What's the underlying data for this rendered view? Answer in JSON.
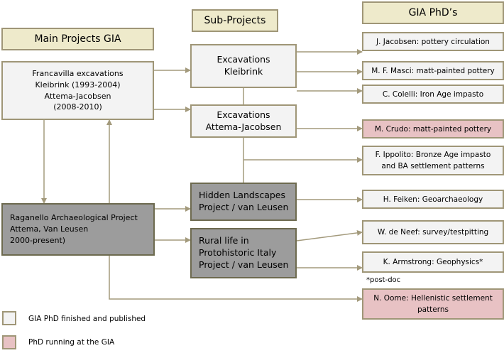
{
  "headers": {
    "main": "Main Projects GIA",
    "sub": "Sub-Projects",
    "phd": "GIA PhD’s"
  },
  "main_projects": {
    "francavilla": "Francavilla excavations\nKleibrink (1993-2004)\nAttema-Jacobsen\n(2008-2010)",
    "raganello": "Raganello Archaeological Project\nAttema, Van Leusen\n2000-present)"
  },
  "sub_projects": {
    "kleibrink": "Excavations\nKleibrink",
    "attema": "Excavations\nAttema-Jacobsen",
    "hidden": "Hidden Landscapes\nProject / van Leusen",
    "rural": "Rural life in\nProtohistoric Italy\nProject / van Leusen"
  },
  "phds": [
    {
      "text": "J. Jacobsen: pottery circulation",
      "status": "finished"
    },
    {
      "text": "M. F. Masci: matt-painted pottery",
      "status": "finished"
    },
    {
      "text": "C. Colelli: Iron Age impasto",
      "status": "finished"
    },
    {
      "text": "M. Crudo: matt-painted pottery",
      "status": "running"
    },
    {
      "text": "F. Ippolito: Bronze Age impasto\nand BA settlement patterns",
      "status": "finished"
    },
    {
      "text": "H. Feiken: Geoarchaeology",
      "status": "finished"
    },
    {
      "text": "W. de Neef: survey/testpitting",
      "status": "finished"
    },
    {
      "text": "K. Armstrong: Geophysics*",
      "status": "finished"
    },
    {
      "text": "N. Oome: Hellenistic settlement\npatterns",
      "status": "running"
    }
  ],
  "note": "*post-doc",
  "legend": {
    "finished": "GIA PhD finished and published",
    "running": "PhD running at the GIA"
  },
  "colors": {
    "header_fill": "#eeeacb",
    "finished_fill": "#f3f3f3",
    "running_fill": "#e8c2c4",
    "main_grey": "#9c9c9c",
    "border": "#9f9677",
    "line": "#a39a7c"
  }
}
